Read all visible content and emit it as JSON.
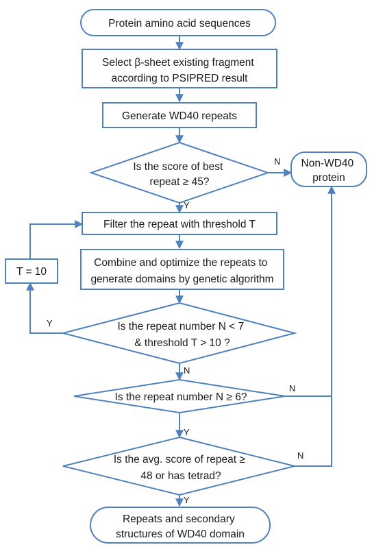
{
  "nodes": {
    "start": {
      "lines": [
        "Protein amino acid sequences"
      ]
    },
    "select": {
      "lines": [
        "Select β-sheet existing fragment",
        "according to PSIPRED result"
      ]
    },
    "generate": {
      "lines": [
        "Generate WD40 repeats"
      ]
    },
    "decision_score": {
      "lines": [
        "Is the score of best",
        "repeat ≥ 45?"
      ]
    },
    "non_wd40": {
      "lines": [
        "Non-WD40",
        "protein"
      ]
    },
    "filter": {
      "lines": [
        "Filter the repeat with threshold T"
      ]
    },
    "t_assign": {
      "lines": [
        "T = 10"
      ]
    },
    "combine": {
      "lines": [
        "Combine and optimize the repeats to",
        "generate domains by genetic algorithm"
      ]
    },
    "decision_repeat_lt7": {
      "lines": [
        "Is the repeat number N < 7",
        "& threshold  T > 10 ?"
      ]
    },
    "decision_repeat_ge6": {
      "lines": [
        "Is the repeat number N ≥ 6?"
      ]
    },
    "decision_avg": {
      "lines": [
        "Is the avg. score of repeat ≥",
        "48 or has tetrad?"
      ]
    },
    "end": {
      "lines": [
        "Repeats and secondary",
        "structures of WD40 domain"
      ]
    }
  },
  "edge_labels": {
    "score_no": "N",
    "score_yes": "Y",
    "lt7_yes": "Y",
    "lt7_no": "N",
    "ge6_no": "N",
    "ge6_yes": "Y",
    "avg_no": "N",
    "avg_yes": "Y"
  },
  "colors": {
    "stroke": "#4f81bd",
    "text": "#1a1a1a",
    "fill": "#ffffff"
  }
}
